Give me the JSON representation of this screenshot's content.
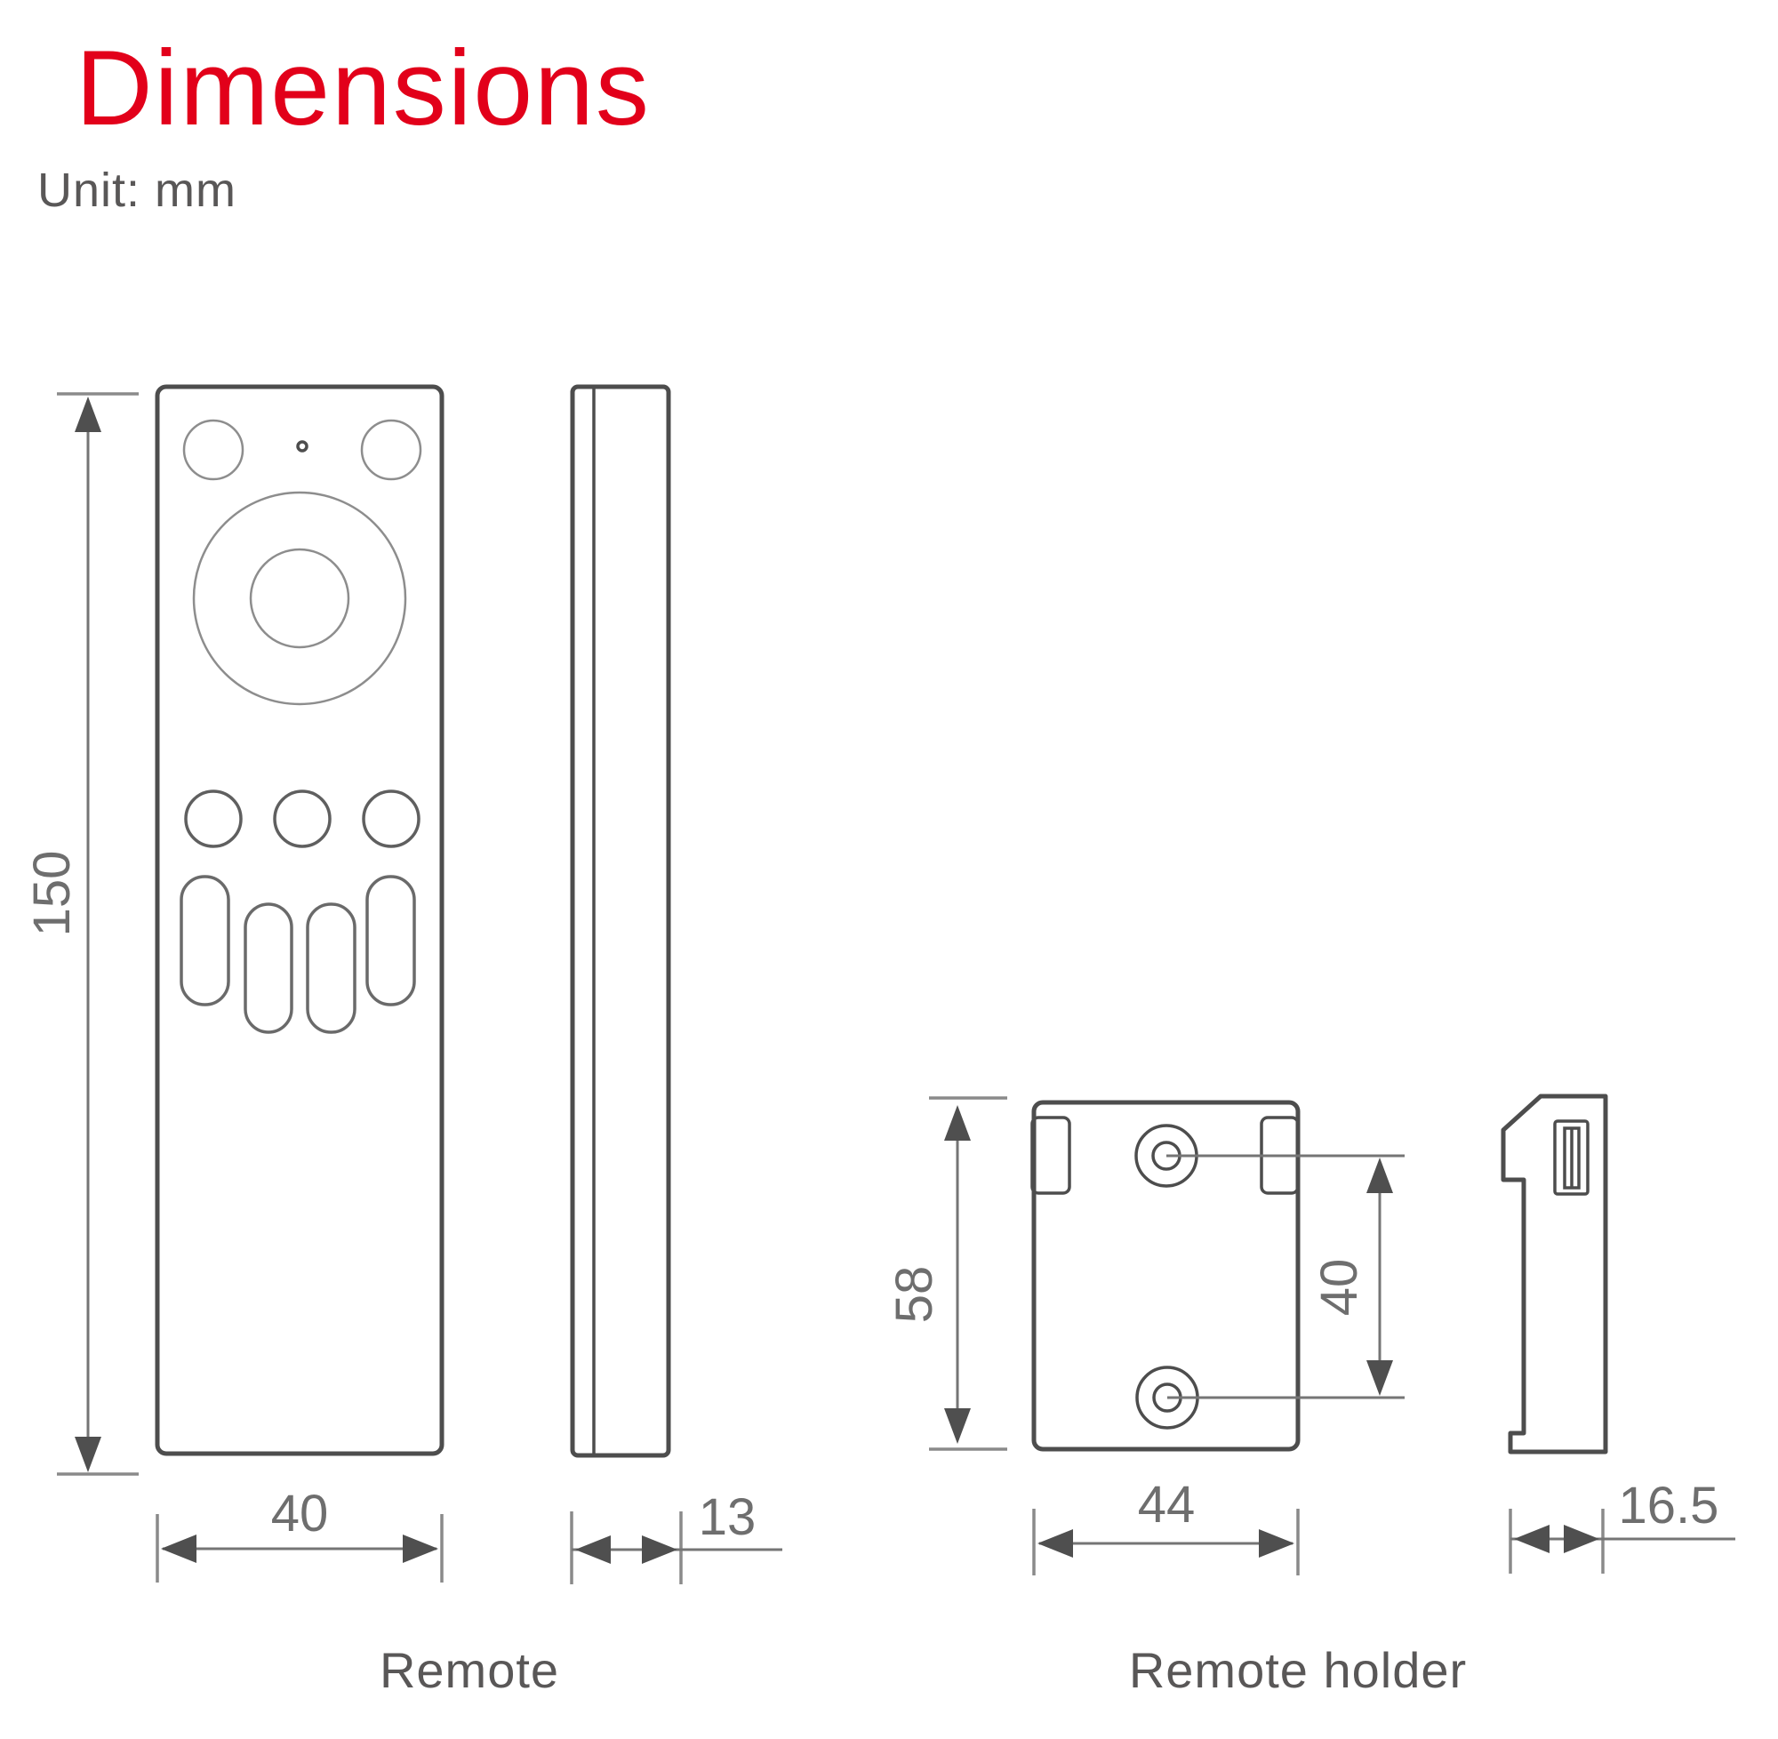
{
  "header": {
    "title": "Dimensions",
    "unit": "Unit: mm"
  },
  "remote": {
    "caption": "Remote",
    "height_mm": "150",
    "width_mm": "40",
    "depth_mm": "13"
  },
  "holder": {
    "caption": "Remote holder",
    "height_mm": "58",
    "width_mm": "44",
    "hole_spacing_mm": "40",
    "depth_mm": "16.5"
  },
  "colors": {
    "title_red": "#e2001a",
    "text_gray": "#595757",
    "dim_gray": "#6e6e6e",
    "outline_gray": "#4d4d4d",
    "thin_gray": "#8d8d8d"
  }
}
